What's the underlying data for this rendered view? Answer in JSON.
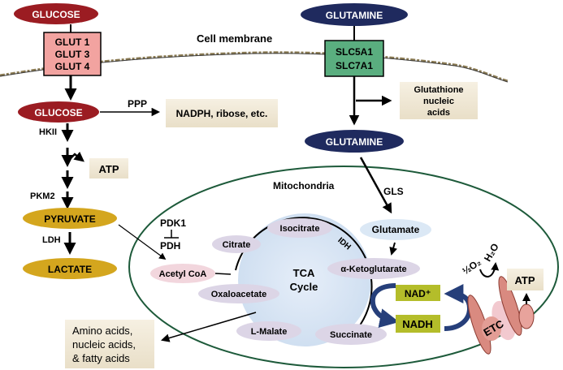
{
  "colors": {
    "glucose_fill": "#9b1c22",
    "glutamine_fill": "#1f2a5e",
    "pyruvate_fill": "#d4a61e",
    "glut_box_fill": "#f2a3a0",
    "slc_box_fill": "#5aae7f",
    "product_box_fill": "#f1e9d6",
    "mito_stroke": "#1d5a3a",
    "tca_fill": "#dbe6f5",
    "metabolite_fill": "#dcd5e6",
    "acetylcoa_fill": "#f2d6dd",
    "glutamate_fill": "#dbe8f5",
    "nad_fill": "#b4bd2a",
    "arc_arrow": "#263f7a",
    "etc_fill": "#d98a80"
  },
  "membrane": {
    "label": "Cell membrane"
  },
  "glucose_pathway": {
    "glucose_outside": "GLUCOSE",
    "transporters": [
      "GLUT 1",
      "GLUT 3",
      "GLUT 4"
    ],
    "glucose_inside": "GLUCOSE",
    "ppp_label": "PPP",
    "ppp_product": "NADPH, ribose, etc.",
    "hkii_label": "HKII",
    "atp_label": "ATP",
    "pkm2_label": "PKM2",
    "pyruvate": "PYRUVATE",
    "ldh_label": "LDH",
    "lactate": "LACTATE"
  },
  "glutamine_pathway": {
    "glutamine_outside": "GLUTAMINE",
    "transporters": [
      "SLC5A1",
      "SLC7A1"
    ],
    "product_lines": [
      "Glutathione",
      "nucleic",
      "acids"
    ],
    "glutamine_inside": "GLUTAMINE",
    "gls_label": "GLS"
  },
  "mitochondria": {
    "label": "Mitochondria",
    "pdk1": "PDK1",
    "pdh": "PDH",
    "acetyl_coa": "Acetyl CoA",
    "tca_lines": [
      "TCA",
      "Cycle"
    ],
    "citrate": "Citrate",
    "isocitrate": "Isocitrate",
    "idh": "IDH",
    "glutamate": "Glutamate",
    "alpha_kg": "α-Ketoglutarate",
    "oxaloacetate": "Oxaloacetate",
    "l_malate": "L-Malate",
    "succinate": "Succinate",
    "nad_plus": "NAD⁺",
    "nadh": "NADH",
    "oxygen": "½O₂",
    "water": "H₂O",
    "etc": "ETC",
    "atp": "ATP"
  },
  "biosynthesis": {
    "lines": [
      "Amino acids,",
      "nucleic acids,",
      "& fatty acids"
    ]
  }
}
